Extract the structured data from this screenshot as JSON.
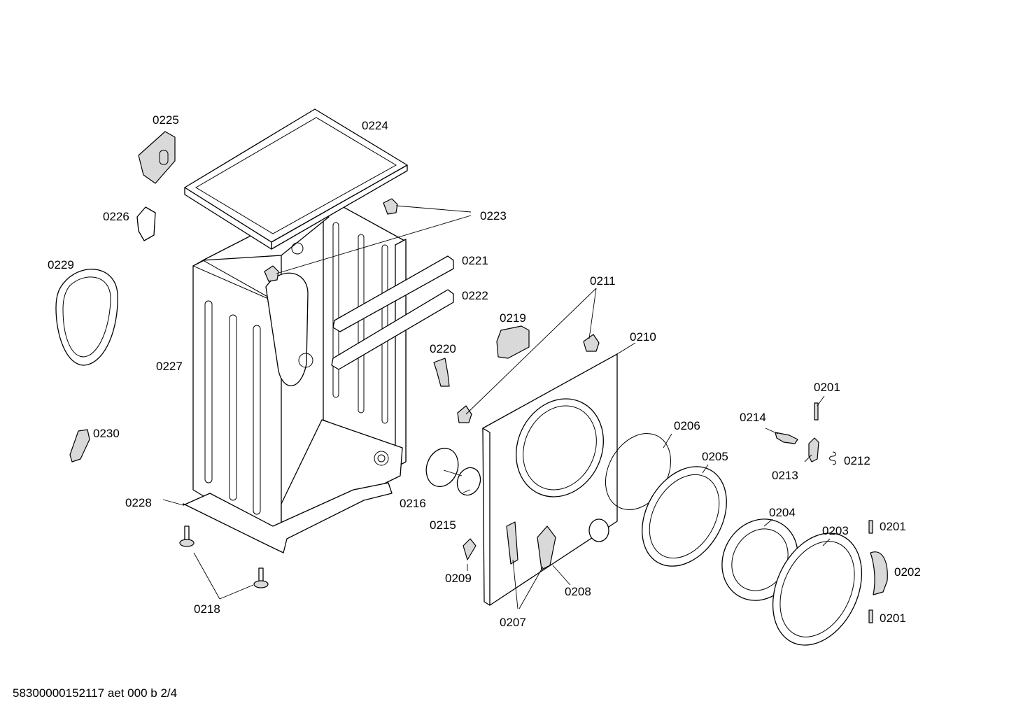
{
  "labels": {
    "p0225": "0225",
    "p0224": "0224",
    "p0226": "0226",
    "p0223": "0223",
    "p0229": "0229",
    "p0221": "0221",
    "p0222": "0222",
    "p0211": "0211",
    "p0219": "0219",
    "p0210": "0210",
    "p0220": "0220",
    "p0227": "0227",
    "p0201_top": "0201",
    "p0214": "0214",
    "p0206": "0206",
    "p0230": "0230",
    "p0205": "0205",
    "p0212": "0212",
    "p0213": "0213",
    "p0216": "0216",
    "p0228": "0228",
    "p0204": "0204",
    "p0215": "0215",
    "p0201_mid": "0201",
    "p0203": "0203",
    "p0202": "0202",
    "p0209": "0209",
    "p0208": "0208",
    "p0218": "0218",
    "p0201_bot": "0201",
    "p0207": "0207"
  },
  "footer": "58300000152117 aet 000 b 2/4"
}
